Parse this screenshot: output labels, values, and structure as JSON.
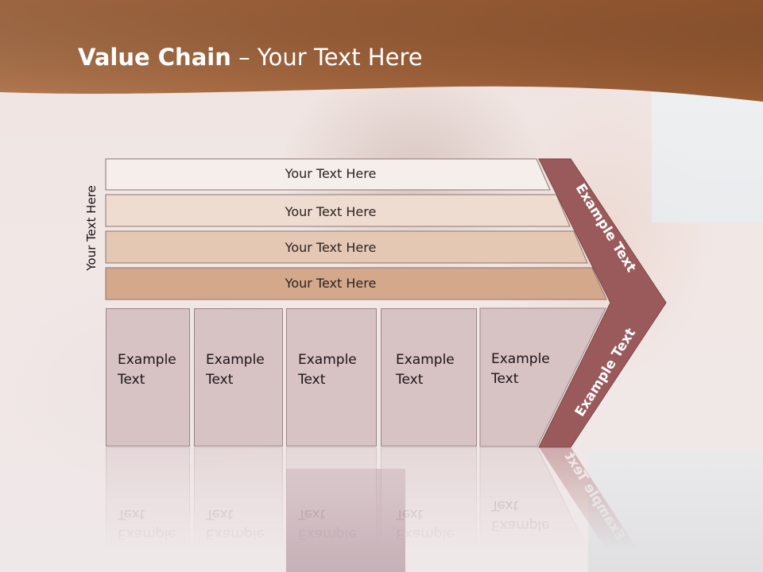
{
  "title": {
    "bold": "Value Chain",
    "rest": " – Your Text Here"
  },
  "side_label": "Your Text Here",
  "rows": [
    {
      "label": "Your Text Here"
    },
    {
      "label": "Your Text Here"
    },
    {
      "label": "Your Text Here"
    },
    {
      "label": "Your Text Here"
    }
  ],
  "boxes": [
    {
      "line1": "Example",
      "line2": "Text"
    },
    {
      "line1": "Example",
      "line2": "Text"
    },
    {
      "line1": "Example",
      "line2": "Text"
    },
    {
      "line1": "Example",
      "line2": "Text"
    },
    {
      "line1": "Example",
      "line2": "Text"
    }
  ],
  "chevron": {
    "upper": "Example Text",
    "lower": "Example Text"
  },
  "colors": {
    "header": "#a8693f",
    "chevron": "#9a5a5c",
    "row_fills": [
      "#f6eeea",
      "#efdcd0",
      "#e5c8b4",
      "#d4a98b"
    ],
    "box_fill": "#d7c2c4"
  }
}
